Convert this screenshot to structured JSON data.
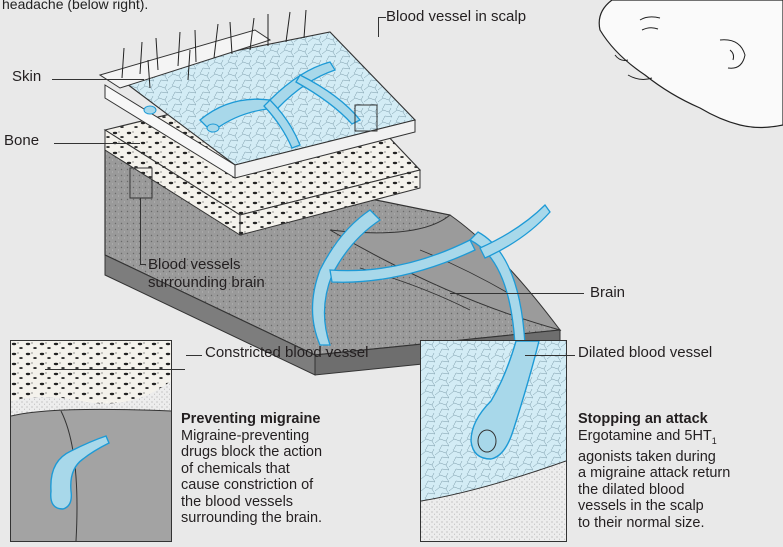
{
  "header_fragment": "headache (below right).",
  "labels": {
    "scalp_vessel": "Blood vessel in scalp",
    "skin": "Skin",
    "bone": "Bone",
    "surrounding_vessels_line1": "Blood vessels",
    "surrounding_vessels_line2": "surrounding brain",
    "brain": "Brain",
    "constricted": "Constricted blood vessel",
    "dilated": "Dilated blood vessel"
  },
  "captions": {
    "preventing": {
      "heading": "Preventing migraine",
      "body": "Migraine-preventing\ndrugs block the action\nof chemicals that\ncause constriction of\nthe blood vessels\nsurrounding the brain."
    },
    "stopping": {
      "heading": "Stopping an attack",
      "body_line1": "Ergotamine and 5HT",
      "body_sub": "1",
      "body_rest": "agonists taken during\na migraine attack return\nthe dilated blood\nvessels in the scalp\nto their normal size."
    }
  },
  "colors": {
    "vessel_fill": "#a8d8ea",
    "vessel_stroke": "#1d9ad6",
    "brain": "#8e8e8e",
    "bone": "#f2f0ea",
    "skin": "#d6eef6"
  }
}
